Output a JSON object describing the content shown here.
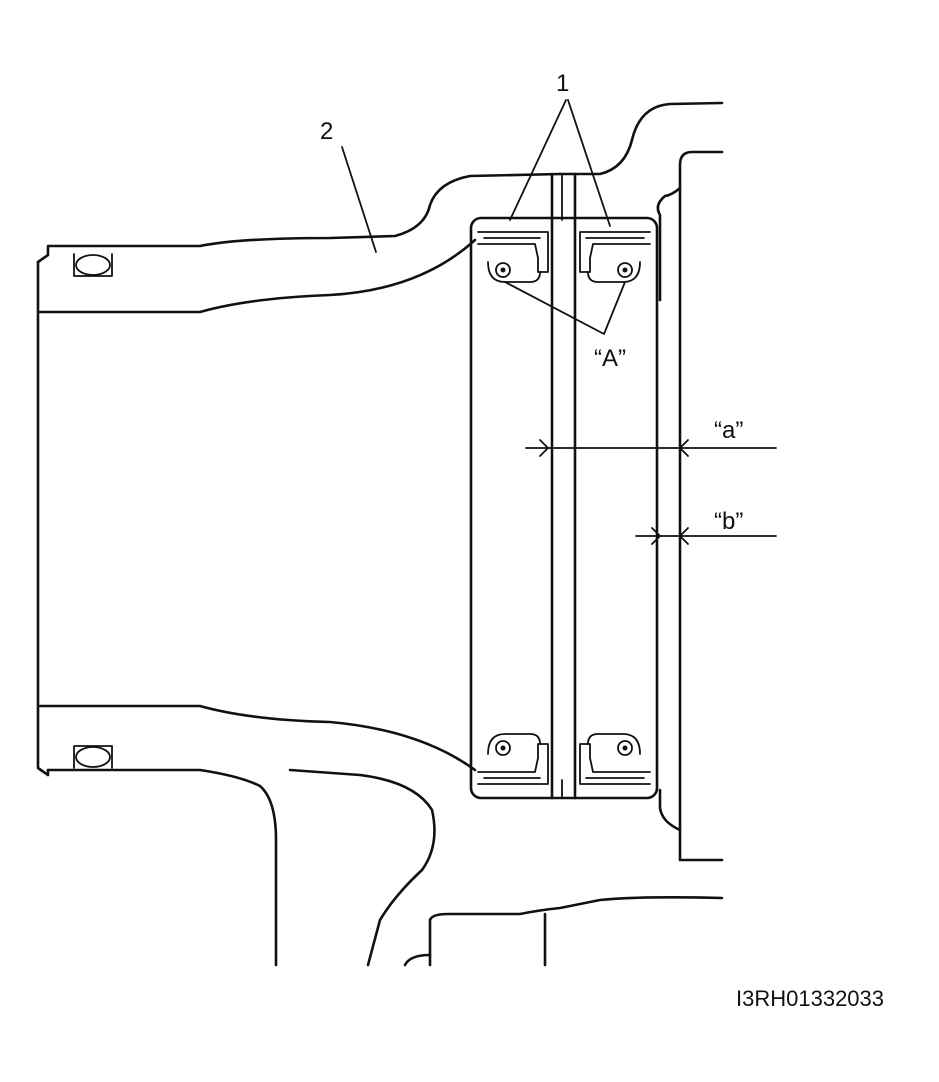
{
  "labels": {
    "part_1": "1",
    "part_2": "2",
    "detail_A": "“A”",
    "dim_a": "“a”",
    "dim_b": "“b”"
  },
  "figure_id": "I3RH01332033"
}
